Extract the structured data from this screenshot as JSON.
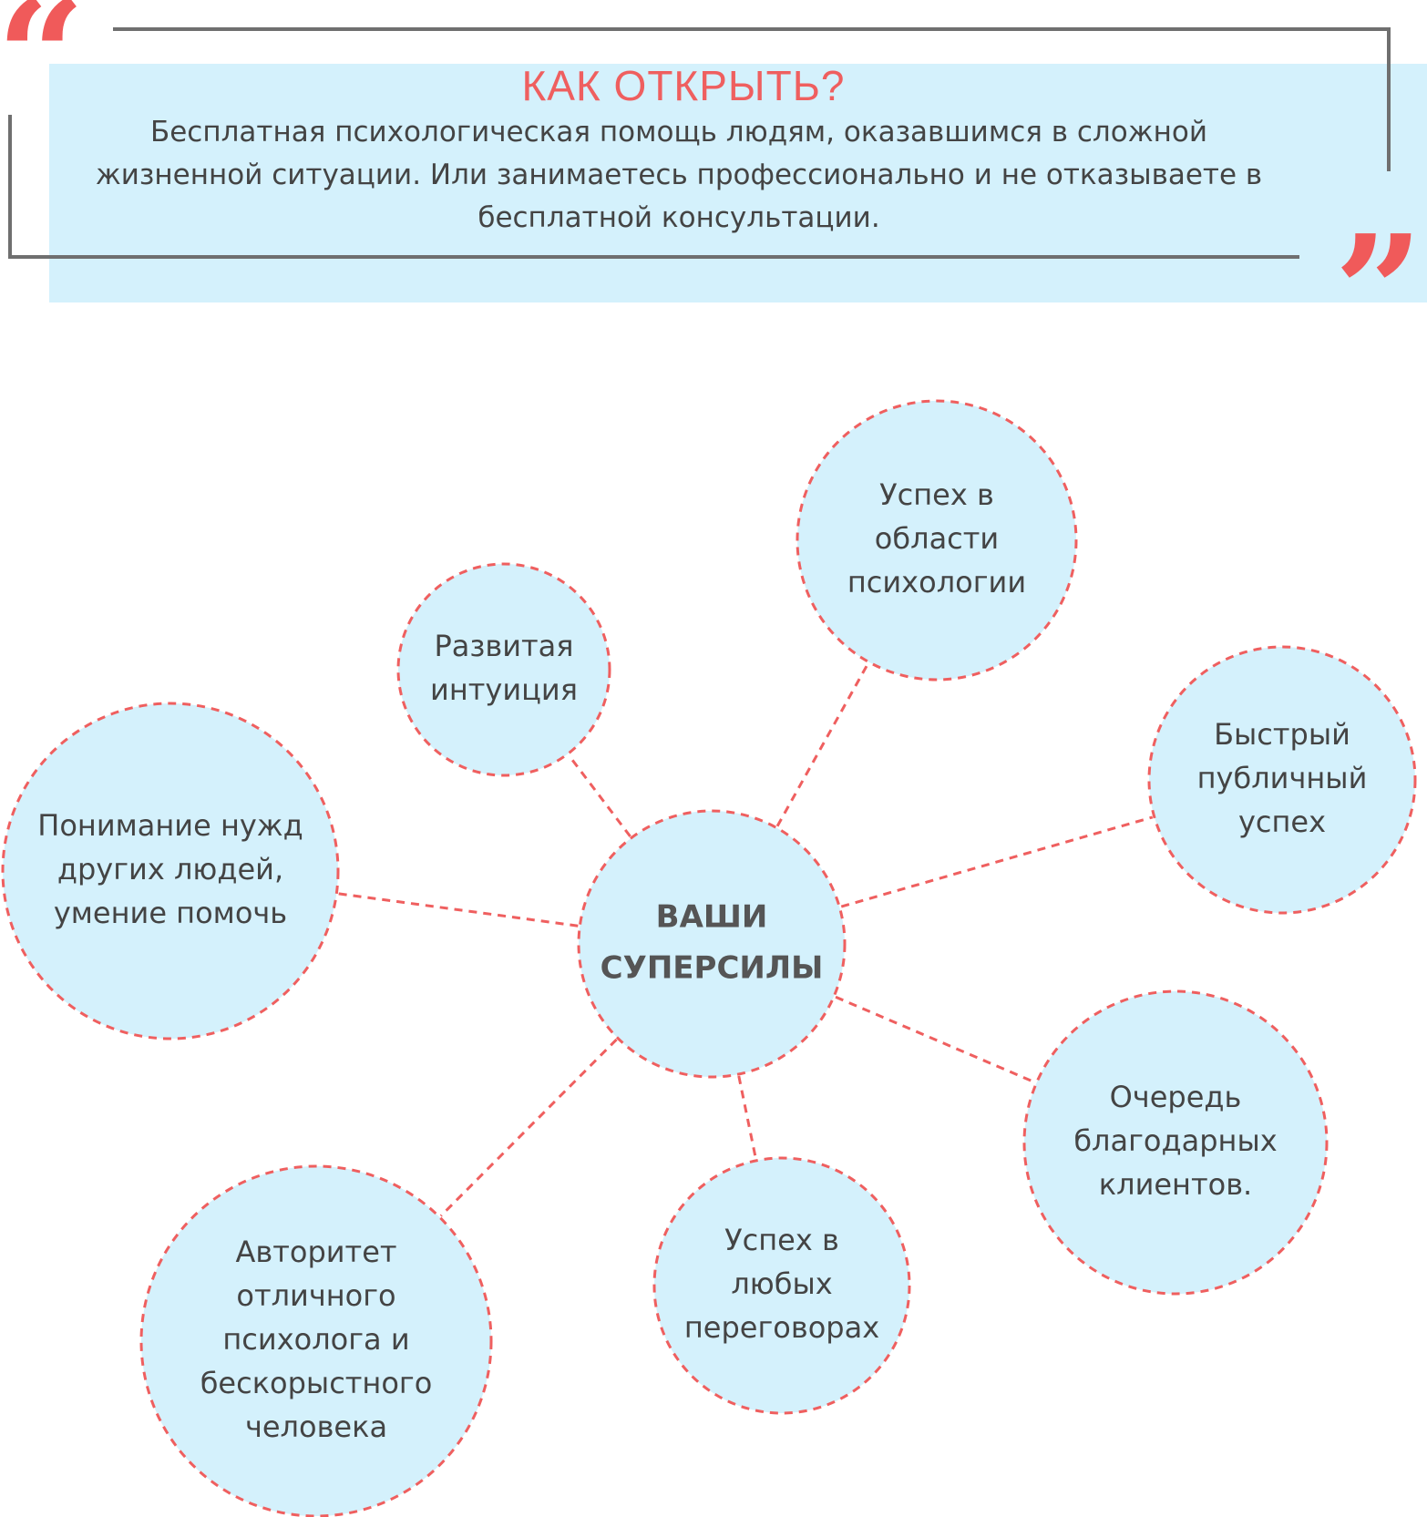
{
  "header": {
    "title": "КАК ОТКРЫТЬ?",
    "text": "Бесплатная психологическая помощь людям, оказавшимся в сложной жизненной ситуации. Или занимаетесь профессионально и не отказываете в бесплатной консультации.",
    "quote_open": "“",
    "quote_close": "”"
  },
  "colors": {
    "accent": "#ef5f5f",
    "node_fill": "#d4f1fc",
    "frame": "#6f6f6f",
    "text": "#444444"
  },
  "diagram": {
    "center": {
      "id": "center",
      "lines": [
        "ВАШИ",
        "СУПЕРСИЛЫ"
      ]
    },
    "nodes": [
      {
        "id": "success-psychology",
        "lines": [
          "Успех в",
          "области",
          "психологии"
        ]
      },
      {
        "id": "intuition",
        "lines": [
          "Развитая",
          "интуиция"
        ]
      },
      {
        "id": "understanding-needs",
        "lines": [
          "Понимание нужд",
          "других людей,",
          "умение помочь"
        ]
      },
      {
        "id": "public-success",
        "lines": [
          "Быстрый",
          "публичный",
          "успех"
        ]
      },
      {
        "id": "grateful-clients",
        "lines": [
          "Очередь",
          "благодарных",
          "клиентов."
        ]
      },
      {
        "id": "negotiations",
        "lines": [
          "Успех в",
          "любых",
          "переговорах"
        ]
      },
      {
        "id": "authority",
        "lines": [
          "Авторитет",
          "отличного",
          "психолога и",
          "бескорыстного",
          "человека"
        ]
      }
    ]
  }
}
